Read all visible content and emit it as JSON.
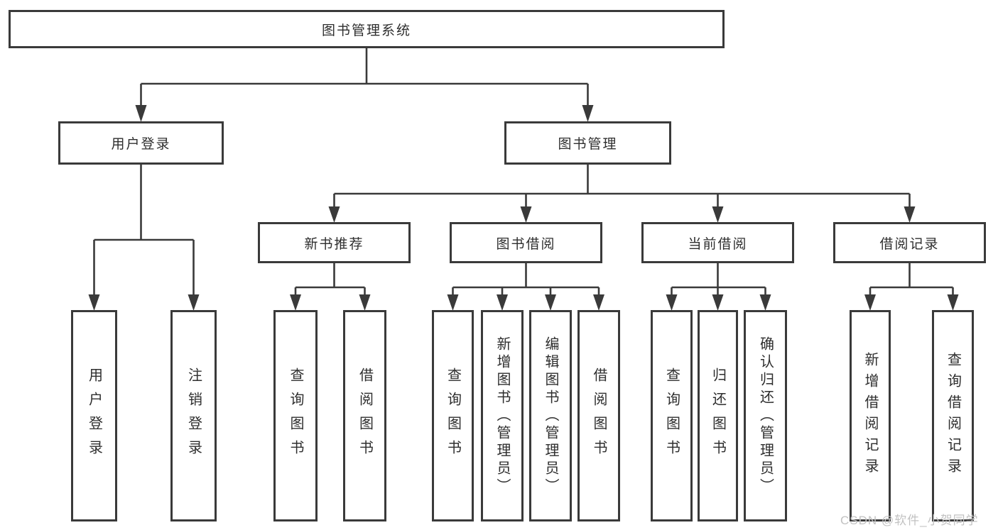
{
  "diagram": {
    "root": {
      "label": "图书管理系统"
    },
    "level2": [
      {
        "label": "用户登录"
      },
      {
        "label": "图书管理"
      }
    ],
    "level3": [
      {
        "label": "新书推荐"
      },
      {
        "label": "图书借阅"
      },
      {
        "label": "当前借阅"
      },
      {
        "label": "借阅记录"
      }
    ],
    "leaves": [
      {
        "label": "用户登录"
      },
      {
        "label": "注销登录"
      },
      {
        "label": "查询图书"
      },
      {
        "label": "借阅图书"
      },
      {
        "label": "查询图书"
      },
      {
        "label": "新增图书（管理员）"
      },
      {
        "label": "编辑图书（管理员）"
      },
      {
        "label": "借阅图书"
      },
      {
        "label": "查询图书"
      },
      {
        "label": "归还图书"
      },
      {
        "label": "确认归还（管理员）"
      },
      {
        "label": "新增借阅记录"
      },
      {
        "label": "查询借阅记录"
      }
    ],
    "watermark": "CSDN @软件_小贺同学",
    "colors": {
      "line": "#3a3a3a",
      "text": "#2e2e2e",
      "watermark": "#c2c2c2",
      "background": "#ffffff"
    }
  }
}
